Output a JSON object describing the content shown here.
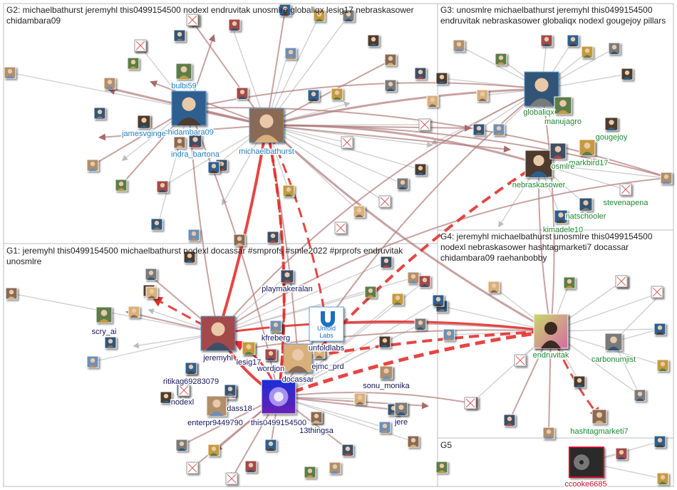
{
  "groups": [
    {
      "id": "G2",
      "lines": [
        "G2: michaelbathurst jeremyhl this0499154500 nodexl endruvitak unosmlre globaliqx lesig17 nebraskasower",
        "chidambara09"
      ]
    },
    {
      "id": "G3",
      "lines": [
        "G3: unosmlre michaelbathurst jeremyhl this0499154500",
        "endruvitak nebraskasower globaliqx nodexl gougejoy pillars"
      ]
    },
    {
      "id": "G1",
      "lines": [
        "G1: jeremyhl this0499154500 michaelbathurst nodexl docassar #smprofs #smle2022 #prprofs endruvitak",
        "unosmlre"
      ]
    },
    {
      "id": "G4",
      "lines": [
        "G4: jeremyhl michaelbathurst unosmlre this0499154500",
        "nodexl nebraskasower hashtagmarketi7 docassar",
        "chidambara09 raehanbobby"
      ]
    },
    {
      "id": "G5",
      "lines": [
        "G5"
      ]
    }
  ],
  "labels": {
    "bulbi59": "bulbi59",
    "chidambara09": "chidambara09",
    "jamesvginge": "jamesvginge",
    "indra_bartona": "indra_bartona",
    "michaelbathurst": "michaelbathurst",
    "globaliqx": "globaliqx",
    "manujagro": "manujagro",
    "gougejoy": "gougejoy",
    "markbird17": "markbird17",
    "unosmlre": "osmlre",
    "nebraskasower": "nebraskasower",
    "stevenapena": "stevenapena",
    "natschooler": "natschooler",
    "kimadele10": "kimadele10",
    "playmakeralan": "playmakeralan",
    "scry_ai": "scry_ai",
    "jeremyhl": "jeremyhl",
    "kfreberg": "kfreberg",
    "lesig17": "lesig17",
    "wordjon": "wordjon",
    "unfoldlabs": "unfoldlabs",
    "ejmc_prd": "ejmc_prd",
    "docassar": "docassar",
    "sonu_monika": "sonu_monika",
    "ritikag69283079": "ritikag69283079",
    "nodexl": "nodexl",
    "dass18": "dass18",
    "enterpr944979": "enterpr9449790",
    "this0499154500": "this0499154500",
    "13thingsa": "13thingsa",
    "jere": "jere",
    "endruvitak": "endruvitak",
    "carbonumjist": "carbonumjist",
    "hashtagmarketi7": "hashtagmarketi7",
    "ccooke6685": "ccooke6685"
  },
  "logo_text": {
    "unfold": "Unfold",
    "labs": "Labs"
  },
  "colors": {
    "g2_label": "#1f7fbf",
    "g3_label": "#1b8a2f",
    "g1_label": "#14155f",
    "g4_label": "#1b8a2f",
    "g5_label": "#c8102e",
    "edge_strong": "#e3312f",
    "edge_mid": "#b07a7a",
    "edge_light": "#c8c8c8",
    "border": "#bdbdbd"
  },
  "icons": {
    "broken": "broken-image-icon",
    "avatar": "profile-avatar-icon",
    "logo": "unfoldlabs-logo-icon"
  }
}
